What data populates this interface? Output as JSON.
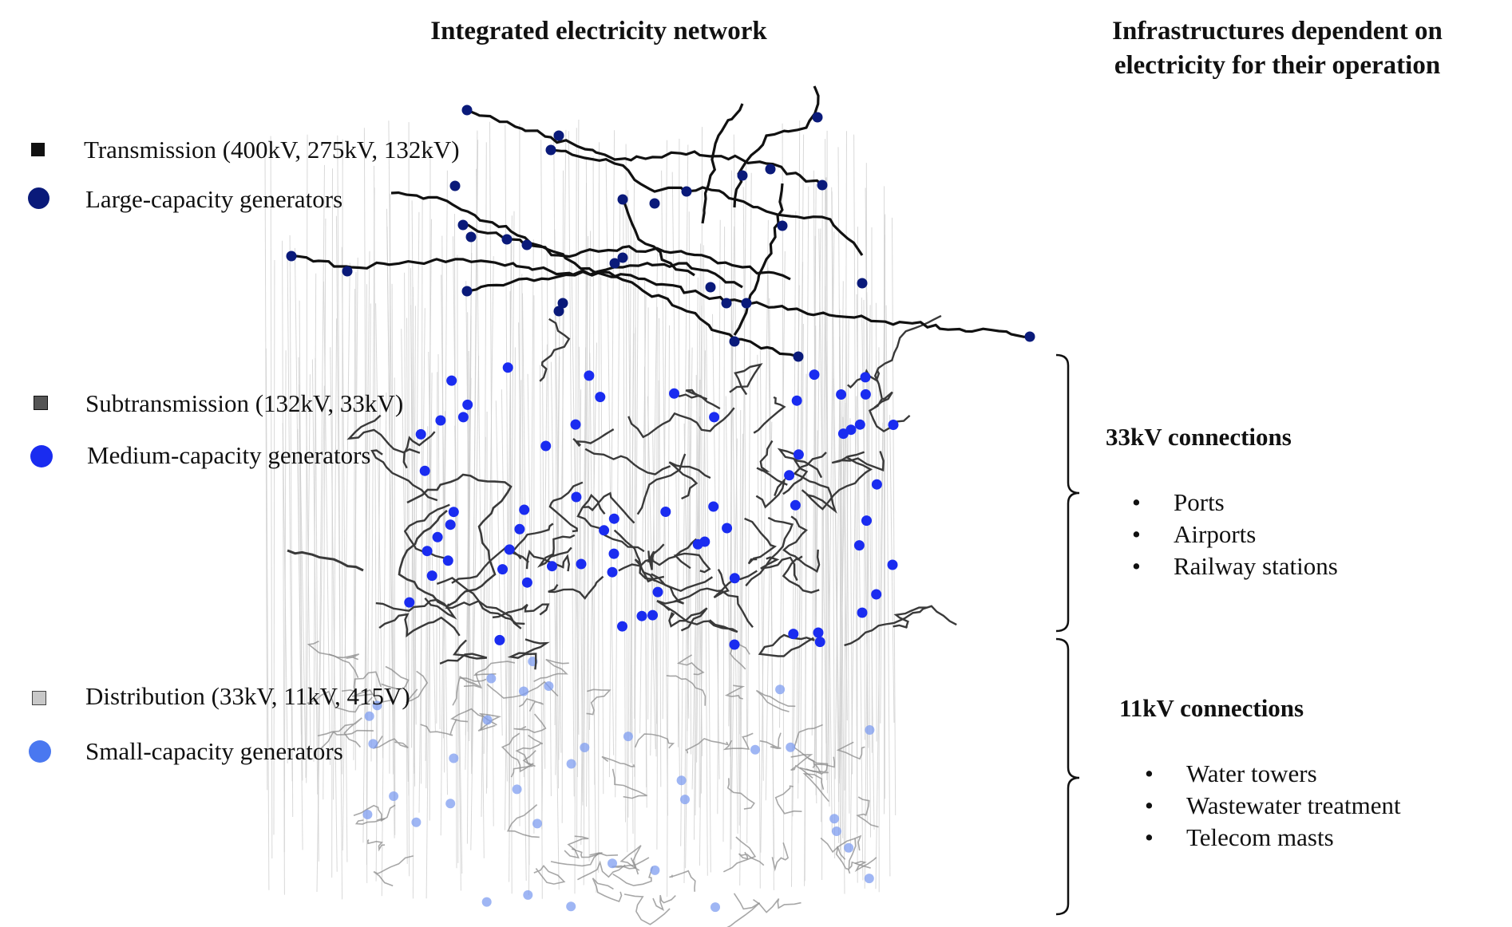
{
  "headings": {
    "network": "Integrated electricity network",
    "dependent": "Infrastructures dependent on electricity for their operation"
  },
  "legend": [
    {
      "label": "Transmission (400kV, 275kV, 132kV)",
      "marker": "square",
      "color": "#111111"
    },
    {
      "label": "Large-capacity generators",
      "marker": "circle",
      "color": "#0a1a7a"
    },
    {
      "label": "Subtransmission  (132kV, 33kV)",
      "marker": "square",
      "color": "#555555"
    },
    {
      "label": "Medium-capacity generators",
      "marker": "circle",
      "color": "#1a2cf0"
    },
    {
      "label": "Distribution (33kV, 11kV, 415V)",
      "marker": "square",
      "color": "#c8c8c8"
    },
    {
      "label": "Small-capacity generators",
      "marker": "circle",
      "color": "#4a78f0"
    }
  ],
  "connections": [
    {
      "title": "33kV connections",
      "items": [
        "Ports",
        "Airports",
        "Railway stations"
      ]
    },
    {
      "title": "11kV connections",
      "items": [
        "Water towers",
        "Wastewater treatment",
        "Telecom masts"
      ]
    }
  ],
  "layer_colors": {
    "transmission": "#111111",
    "subtransmission": "#3a3a3a",
    "distribution": "#8a8a8a",
    "drop_lines": "#cfcfcf",
    "large_generators": "#0a1a7a",
    "medium_generators": "#1a2cf0",
    "small_generators": "#7f9ef0"
  }
}
